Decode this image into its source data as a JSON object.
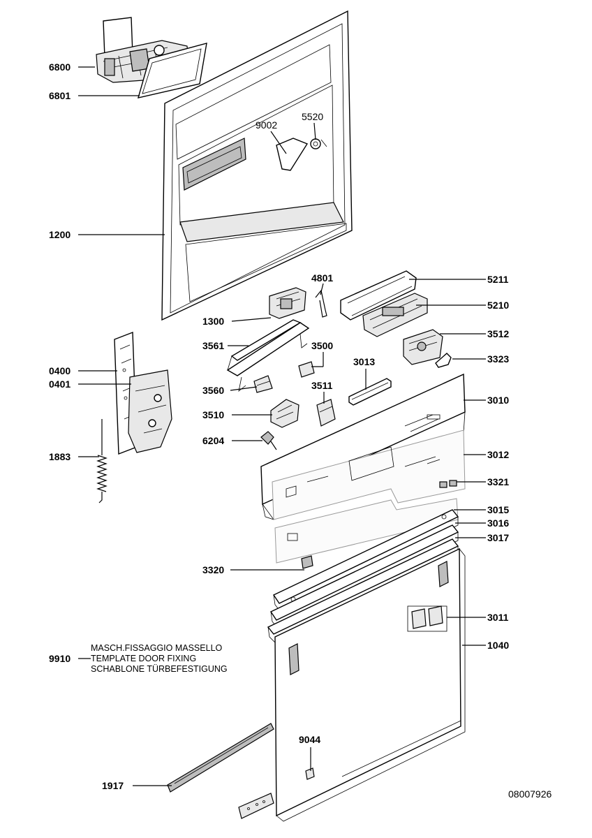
{
  "diagram": {
    "drawing_number": "08007926",
    "note_lines": [
      "MASCH.FISSAGGIO MASSELLO",
      "TEMPLATE DOOR FIXING",
      "SCHABLONE TÜRBEFESTIGUNG"
    ],
    "labels": {
      "p6800": "6800",
      "p6801": "6801",
      "p9002": "9002",
      "p5520": "5520",
      "p1200": "1200",
      "p4801": "4801",
      "p5211": "5211",
      "p5210": "5210",
      "p1300": "1300",
      "p3561": "3561",
      "p3500": "3500",
      "p3512": "3512",
      "p3323": "3323",
      "p0400": "0400",
      "p0401": "0401",
      "p3013": "3013",
      "p3560": "3560",
      "p3511": "3511",
      "p3010": "3010",
      "p3510": "3510",
      "p6204": "6204",
      "p1883": "1883",
      "p3012": "3012",
      "p3321": "3321",
      "p3015": "3015",
      "p3016": "3016",
      "p3017": "3017",
      "p3320": "3320",
      "p3011": "3011",
      "p9910": "9910",
      "p1040": "1040",
      "p9044": "9044",
      "p1917": "1917"
    }
  }
}
